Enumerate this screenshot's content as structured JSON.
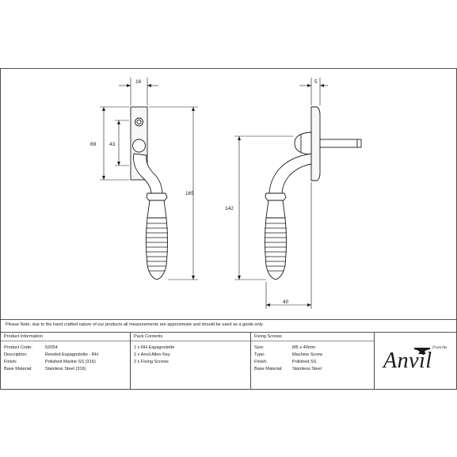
{
  "dimensions": {
    "front_width": "16",
    "front_upper": "69",
    "front_lower": "43",
    "front_total": "165",
    "side_depth": "5",
    "side_height": "142",
    "side_projection": "40"
  },
  "note": "Please Note, due to the hand crafted nature of our products all measurements are approximate and should be used as a guide only.",
  "product_information": {
    "header": "Product Information",
    "rows": [
      {
        "label": "Product Code:",
        "value": "52054"
      },
      {
        "label": "Description:",
        "value": "Reeded Espagnolette - RH"
      },
      {
        "label": "Finish:",
        "value": "Polished Marine SS (316)"
      },
      {
        "label": "Base Material:",
        "value": "Stainless Steel (316)"
      }
    ]
  },
  "pack_contents": {
    "header": "Pack Contents",
    "items": [
      "1 x RH Espagnolette",
      "1 x Anvil Allen Key",
      "2 x Fixing Screws"
    ]
  },
  "fixing_screws": {
    "header": "Fixing Screws",
    "rows": [
      {
        "label": "Size:",
        "value": "M5 x 40mm"
      },
      {
        "label": "Type:",
        "value": "Machine Screw"
      },
      {
        "label": "Finish:",
        "value": "Polished SS"
      },
      {
        "label": "Base Material:",
        "value": "Stainless Steel"
      }
    ]
  },
  "brand": {
    "name": "Anvil",
    "tagline": "From the"
  }
}
